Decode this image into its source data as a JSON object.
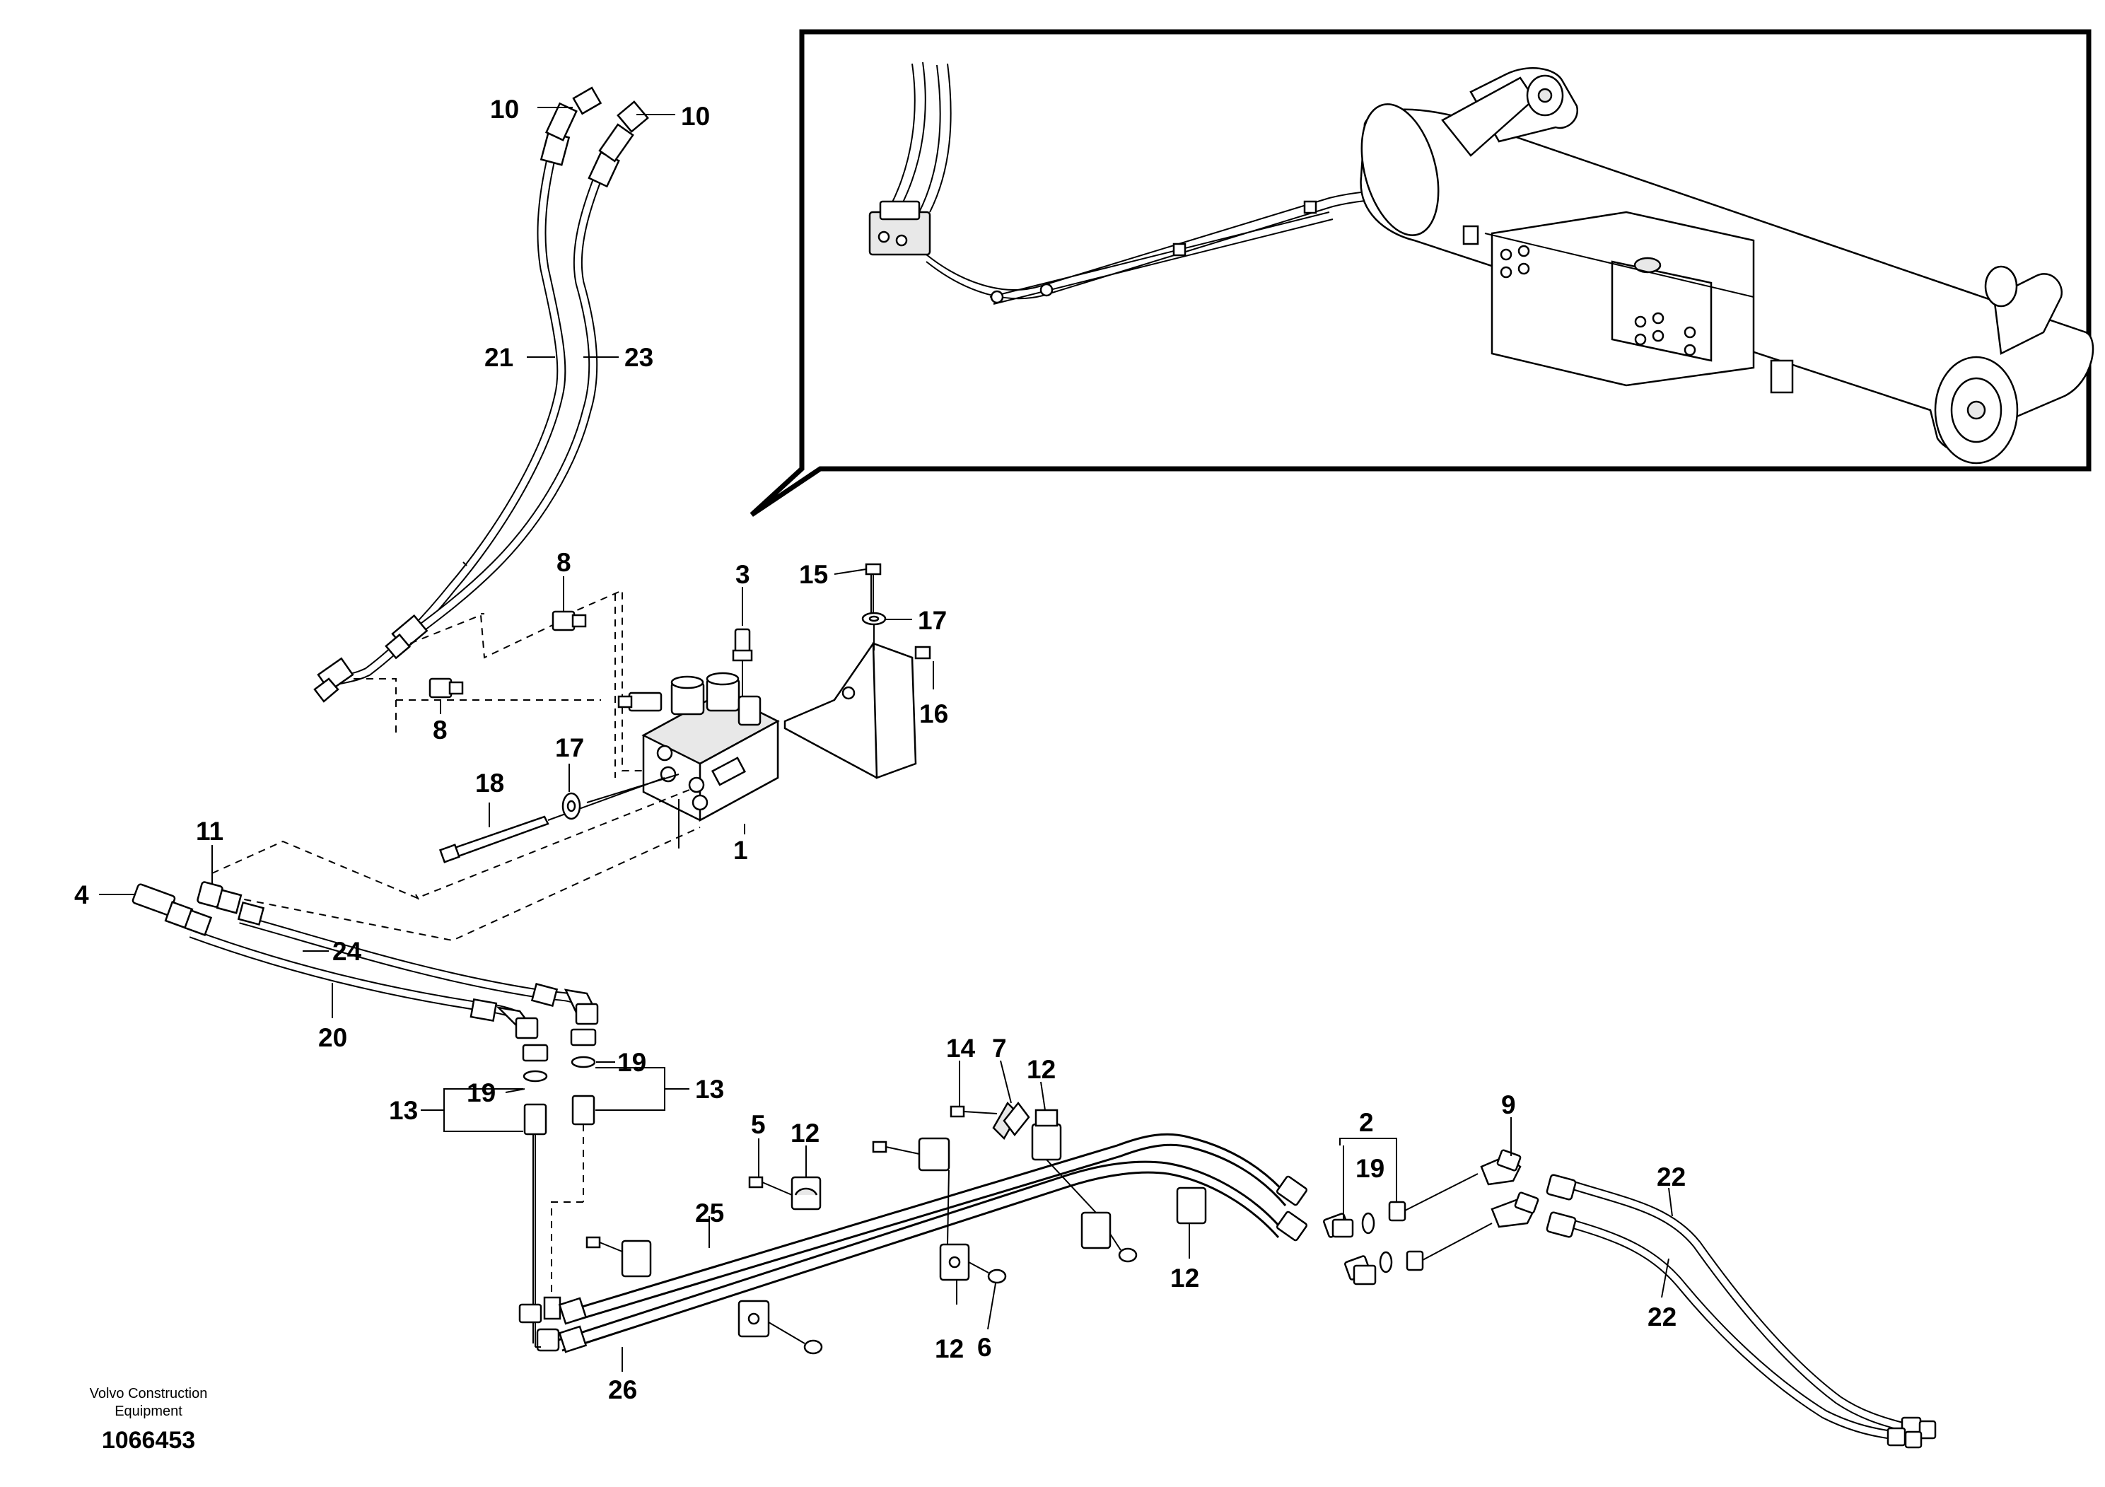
{
  "brand": {
    "line1": "Volvo Construction",
    "line2": "Equipment"
  },
  "drawing_number": "1066453",
  "labels": {
    "p1": "1",
    "p2": "2",
    "p3": "3",
    "p4": "4",
    "p5": "5",
    "p6": "6",
    "p7": "7",
    "p8a": "8",
    "p8b": "8",
    "p9": "9",
    "p10a": "10",
    "p10b": "10",
    "p11": "11",
    "p12a": "12",
    "p12b": "12",
    "p12c": "12",
    "p12d": "12",
    "p13a": "13",
    "p13b": "13",
    "p14": "14",
    "p15": "15",
    "p16": "16",
    "p17a": "17",
    "p17b": "17",
    "p18": "18",
    "p19a": "19",
    "p19b": "19",
    "p19c": "19",
    "p20": "20",
    "p21": "21",
    "p22a": "22",
    "p22b": "22",
    "p23": "23",
    "p24": "24",
    "p25": "25",
    "p26": "26"
  }
}
